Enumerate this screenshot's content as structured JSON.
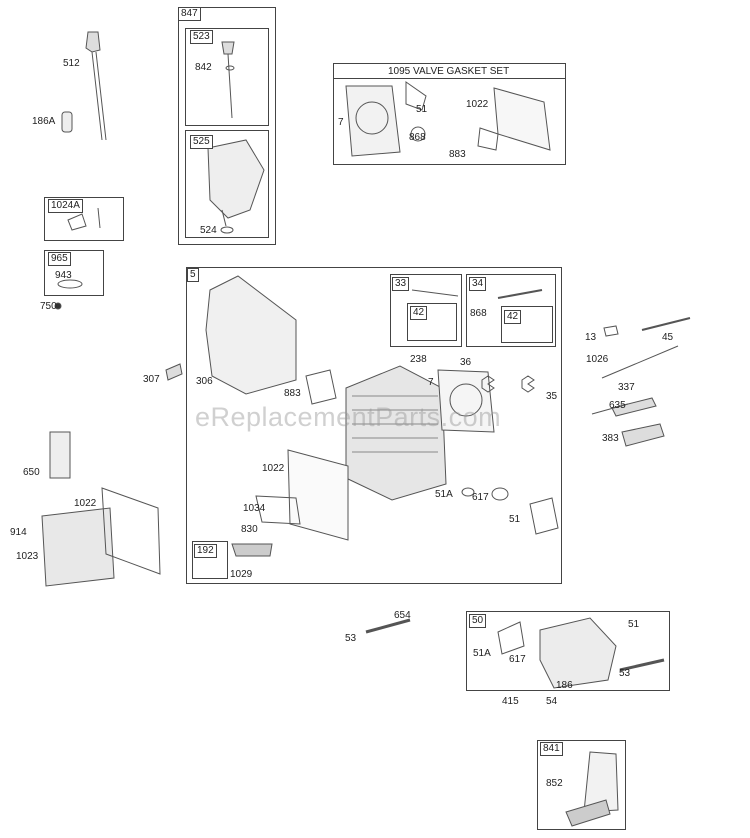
{
  "watermark": "eReplacementParts.com",
  "groups": {
    "g847": {
      "id": "847",
      "sub": [
        {
          "id": "523"
        },
        {
          "id": "525"
        }
      ]
    },
    "g1095": {
      "title": "1095 VALVE GASKET SET"
    },
    "g1024a": {
      "id": "1024A"
    },
    "g965": {
      "id": "965"
    },
    "g5": {
      "id": "5"
    },
    "g33": {
      "id": "33",
      "sub": "42"
    },
    "g34": {
      "id": "34",
      "sub": "42"
    },
    "g192": {
      "id": "192"
    },
    "g50": {
      "id": "50"
    },
    "g841": {
      "id": "841"
    }
  },
  "parts": [
    "512",
    "186A",
    "842",
    "524",
    "7",
    "51",
    "1022",
    "868",
    "883",
    "943",
    "750",
    "307",
    "306",
    "883",
    "238",
    "36",
    "7",
    "35",
    "868",
    "13",
    "45",
    "1026",
    "337",
    "635",
    "383",
    "650",
    "1022",
    "914",
    "1023",
    "1022",
    "1034",
    "830",
    "1029",
    "51A",
    "617",
    "51",
    "654",
    "53",
    "51A",
    "617",
    "51",
    "53",
    "186",
    "415",
    "54",
    "852"
  ]
}
